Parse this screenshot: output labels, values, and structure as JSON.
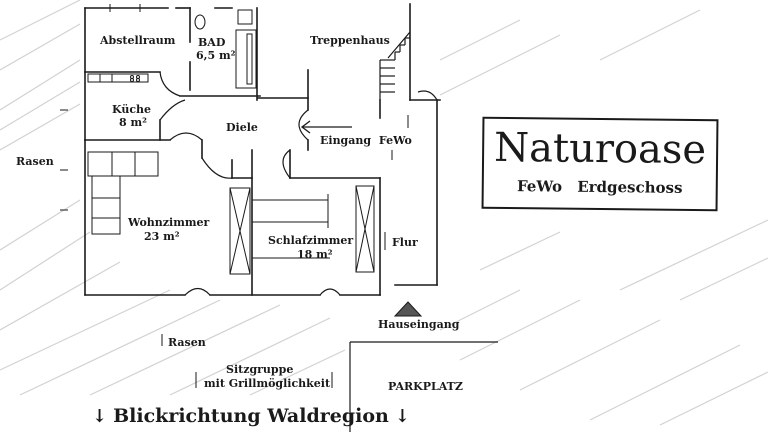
{
  "title": {
    "main": "Naturoase",
    "sub": "FeWo Erdgeschoss"
  },
  "rooms": {
    "abstellraum": "Abstellraum",
    "bad_name": "BAD",
    "bad_area": "6,5 m²",
    "treppenhaus": "Treppenhaus",
    "kueche_name": "Küche",
    "kueche_area": "8 m²",
    "diele": "Diele",
    "eingang": "Eingang FeWo",
    "wohnzimmer_name": "Wohnzimmer",
    "wohnzimmer_area": "23 m²",
    "schlafzimmer_name": "Schlafzimmer",
    "schlafzimmer_area": "18 m²",
    "flur": "Flur"
  },
  "outside": {
    "rasen_left": "Rasen",
    "rasen_bottom": "Rasen",
    "hauseingang": "Hauseingang",
    "sitzgruppe_line1": "Sitzgruppe",
    "sitzgruppe_line2": "mit Grillmöglichkeit",
    "parkplatz": "PARKPLATZ"
  },
  "footer": {
    "view_direction": "Blickrichtung Waldregion",
    "arrow_icon": "arrow-down-icon"
  },
  "colors": {
    "ink": "#1a1a1a",
    "hatch": "#d0d0d0"
  }
}
